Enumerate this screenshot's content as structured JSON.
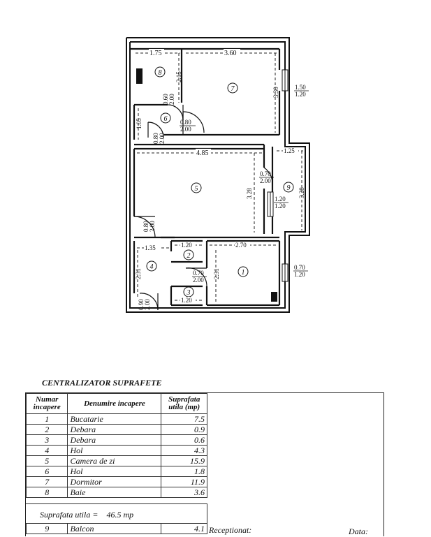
{
  "plan": {
    "dims": {
      "d_1_75": "1.75",
      "d_3_60": "3.60",
      "d_2_15": "2.15",
      "d_3_30": "3.30",
      "w_1_50": "1.50",
      "w_1_20a": "1.20",
      "d_0_60": "0.60",
      "d_2_00a": "2.00",
      "d_0_80a": "0.80",
      "d_2_00b": "2.00",
      "d_1_05": "1.05",
      "d_0_80b": "0.80",
      "d_2_00c": "2.00",
      "d_4_85": "4.85",
      "d_1_25": "1.25",
      "d_0_70a": "0.70",
      "d_2_00d": "2.00",
      "d_3_28a": "3.28",
      "d_3_28b": "3.28",
      "w_1_20b": "1.20",
      "w_1_20c": "1.20",
      "d_0_80c": "0.80",
      "d_2_00e": "2.00",
      "d_1_35": "1.35",
      "d_1_20a": "1.20",
      "d_2_70": "2.70",
      "d_2_31a": "2.31",
      "d_2_31b": "2.31",
      "d_0_70b": "0.70",
      "d_2_00f": "2.00",
      "w_0_70": "0.70",
      "w_1_20d": "1.20",
      "d_0_90": "0.90",
      "d_2_00g": "2.00",
      "d_1_20b": "1.20"
    },
    "rooms": [
      "1",
      "2",
      "3",
      "4",
      "5",
      "6",
      "7",
      "8",
      "9"
    ]
  },
  "table": {
    "title": "CENTRALIZATOR SUPRAFETE",
    "headers": {
      "col1": "Numar incapere",
      "col2": "Denumire incapere",
      "col3": "Suprafata utila (mp)"
    },
    "rows": [
      {
        "num": "1",
        "name": "Bucatarie",
        "area": "7.5"
      },
      {
        "num": "2",
        "name": "Debara",
        "area": "0.9"
      },
      {
        "num": "3",
        "name": "Debara",
        "area": "0.6"
      },
      {
        "num": "4",
        "name": "Hol",
        "area": "4.3"
      },
      {
        "num": "5",
        "name": "Camera de zi",
        "area": "15.9"
      },
      {
        "num": "6",
        "name": "Hol",
        "area": "1.8"
      },
      {
        "num": "7",
        "name": "Dormitor",
        "area": "11.9"
      },
      {
        "num": "8",
        "name": "Baie",
        "area": "3.6"
      }
    ],
    "util_label": "Suprafata utila =",
    "util_value": "46.5 mp",
    "balcon": {
      "num": "9",
      "name": "Balcon",
      "area": "4.1"
    },
    "receptionat": "Receptionat:",
    "data_label": "Data:"
  }
}
